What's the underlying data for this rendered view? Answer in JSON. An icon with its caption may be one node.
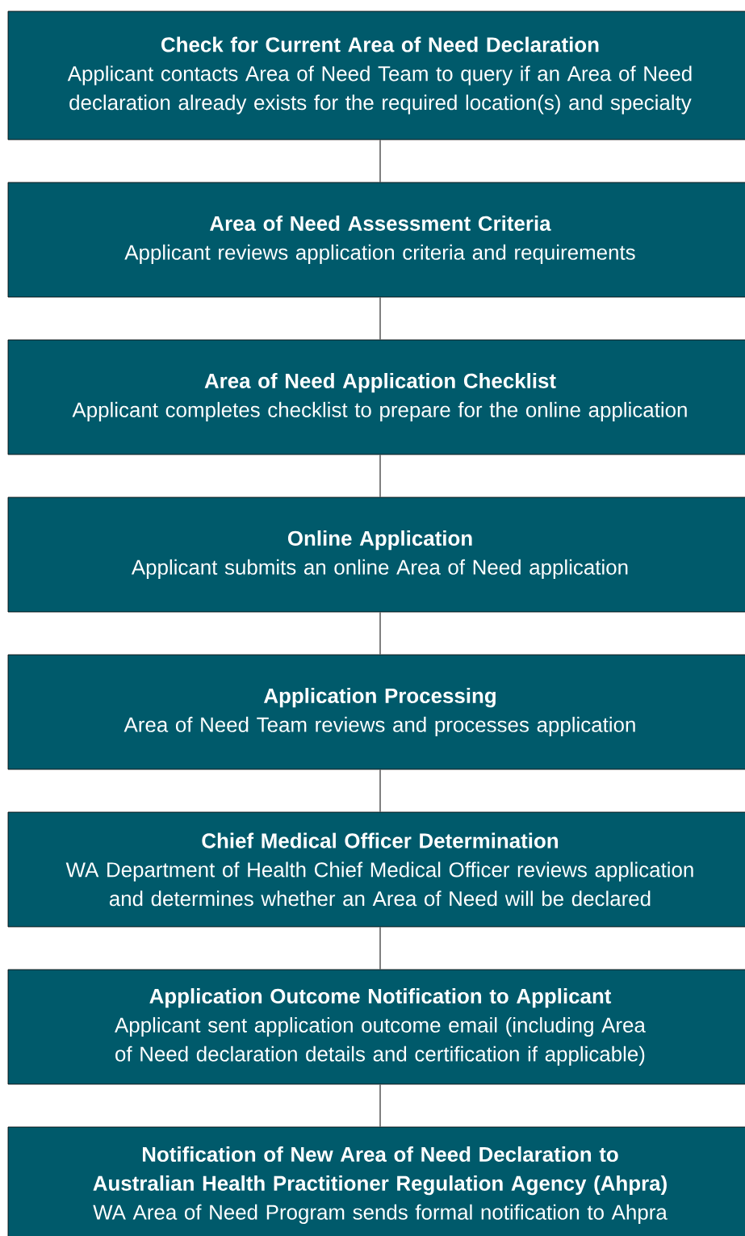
{
  "diagram": {
    "nodes": [
      {
        "text": [
          "Check for Current Area of Need Declaration",
          "Applicant contacts Area of Need Team to query if an Area of Need declaration already exists for the required location(s) and specialty"
        ]
      },
      {
        "text": [
          "Area of Need Assessment Criteria",
          "Applicant reviews application criteria and requirements"
        ]
      },
      {
        "text": [
          "Area of Need Application Checklist",
          "Applicant completes checklist to prepare for the online application"
        ]
      },
      {
        "text": [
          "Online Application",
          "Applicant submits an online Area of Need application"
        ]
      },
      {
        "text": [
          "Application Processing",
          "Area of Need Team reviews and processes application"
        ]
      },
      {
        "text": [
          "Chief Medical Officer Determination",
          "WA Department of Health Chief Medical Officer reviews application and determines whether an Area of Need will be declared"
        ]
      },
      {
        "text": [
          "Application Outcome Notification to Applicant",
          "Applicant sent application outcome email (including Area of Need declaration details and certification if applicable)"
        ]
      },
      {
        "text": [
          "Notification of New Area of Need Declaration to Australian Health Practitioner Regulation Agency (Ahpra)",
          "WA Area of Need Program sends formal notification to Ahpra"
        ]
      }
    ],
    "edges": [
      {
        "from": 0,
        "to": 1,
        "arrow": "none"
      },
      {
        "from": 1,
        "to": 2,
        "arrow": "none"
      },
      {
        "from": 2,
        "to": 3,
        "arrow": "none"
      },
      {
        "from": 3,
        "to": 4,
        "arrow": "none"
      },
      {
        "from": 4,
        "to": 5,
        "arrow": "none"
      },
      {
        "from": 5,
        "to": 6,
        "arrow": "none"
      },
      {
        "from": 6,
        "to": 7,
        "arrow": "none"
      }
    ]
  }
}
